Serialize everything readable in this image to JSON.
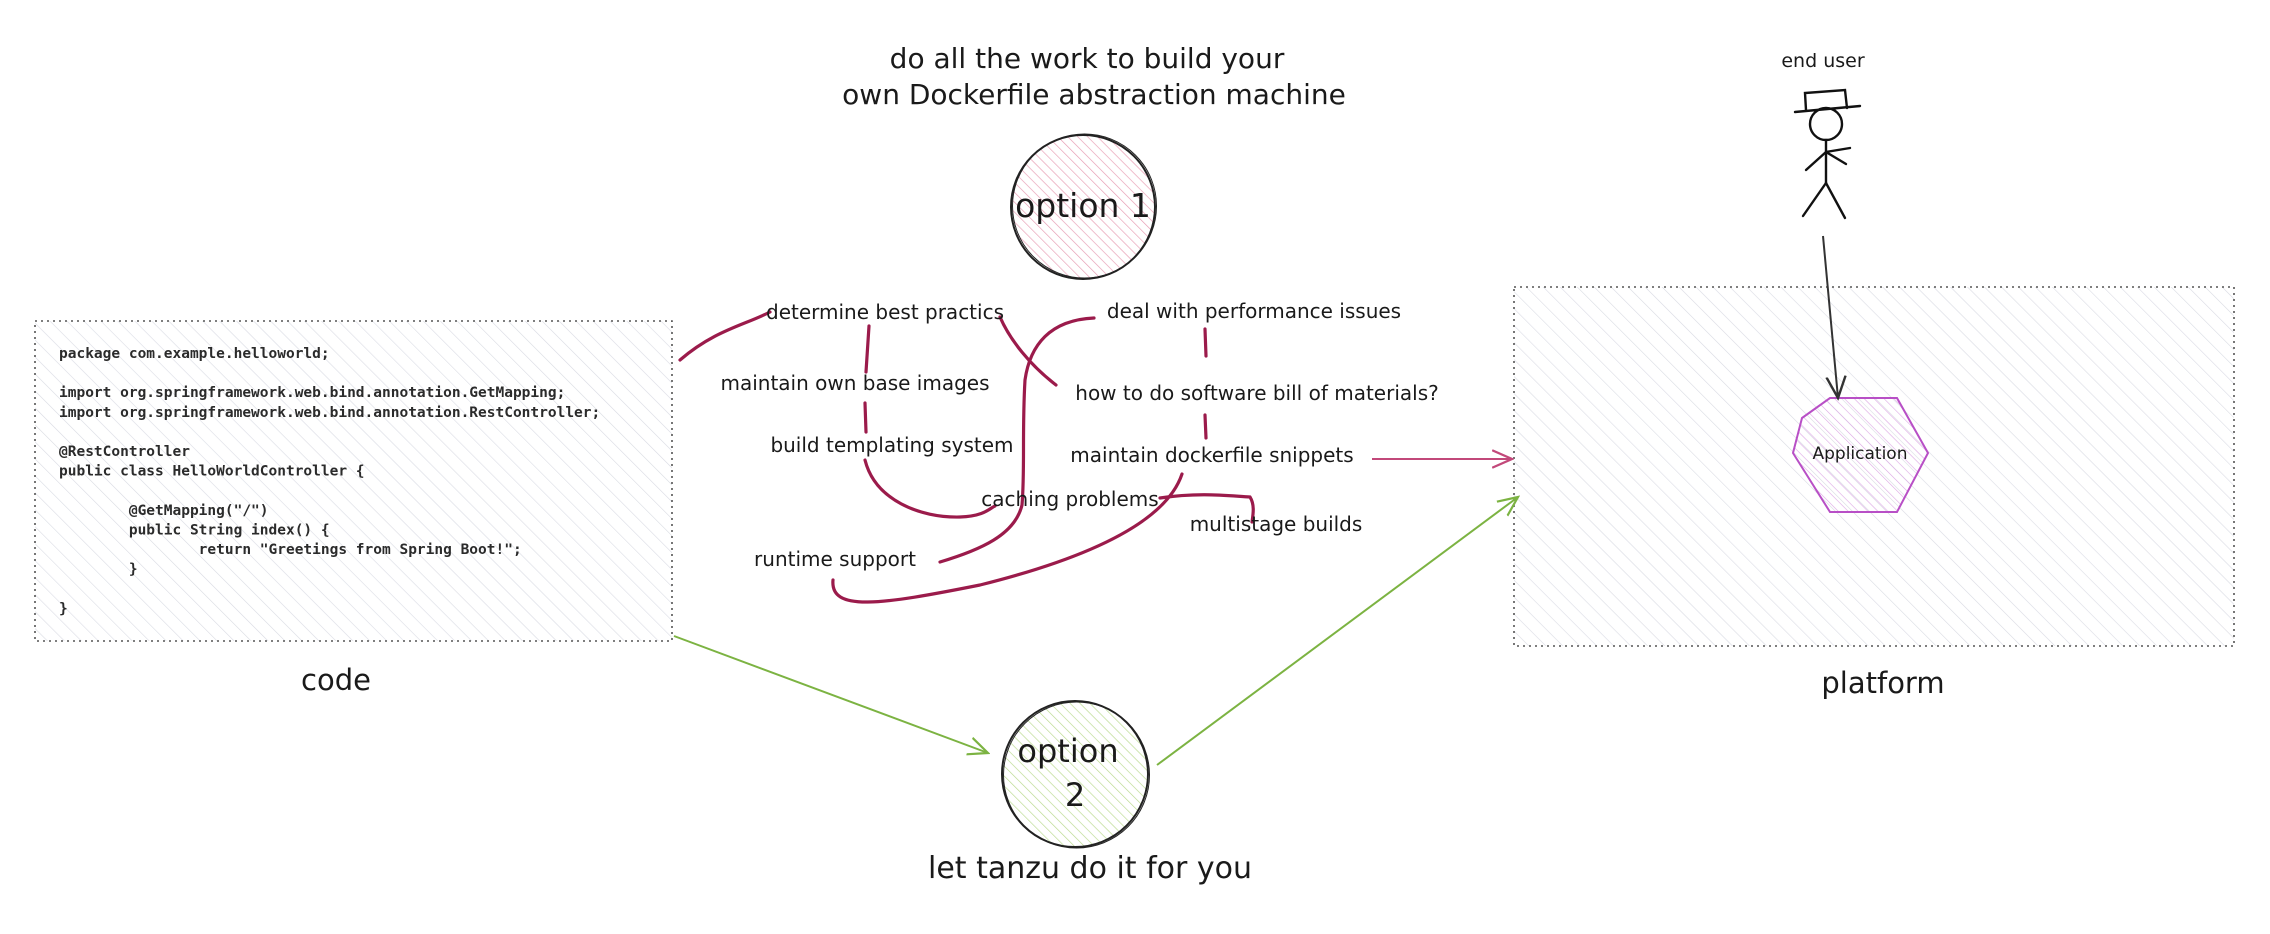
{
  "title": {
    "line1": "do all the work to build your",
    "line2": "own Dockerfile abstraction machine"
  },
  "option1": {
    "label": "option 1",
    "color": "#e8a0b4"
  },
  "option2": {
    "label_line1": "option",
    "label_line2": "2",
    "caption": "let tanzu do it for you",
    "color": "#b9d98b"
  },
  "code_box": {
    "caption": "code",
    "lines": [
      "package com.example.helloworld;",
      "",
      "import org.springframework.web.bind.annotation.GetMapping;",
      "import org.springframework.web.bind.annotation.RestController;",
      "",
      "@RestController",
      "public class HelloWorldController {",
      "",
      "        @GetMapping(\"/\")",
      "        public String index() {",
      "                return \"Greetings from Spring Boot!\";",
      "        }",
      "",
      "}"
    ]
  },
  "tasks": [
    "determine best practics",
    "deal with performance issues",
    "maintain own base images",
    "how to do software bill of materials?",
    "build templating system",
    "maintain dockerfile snippets",
    "caching problems",
    "multistage builds",
    "runtime support"
  ],
  "platform": {
    "caption": "platform",
    "app_label": "Application",
    "app_color": "#b84fc6"
  },
  "end_user": {
    "label": "end user"
  },
  "colors": {
    "task_line": "#9b1b4b",
    "arrow_pink": "#c2487a",
    "arrow_green": "#7cb342",
    "box_border": "#555555",
    "hatch": "#d7d9e2"
  }
}
